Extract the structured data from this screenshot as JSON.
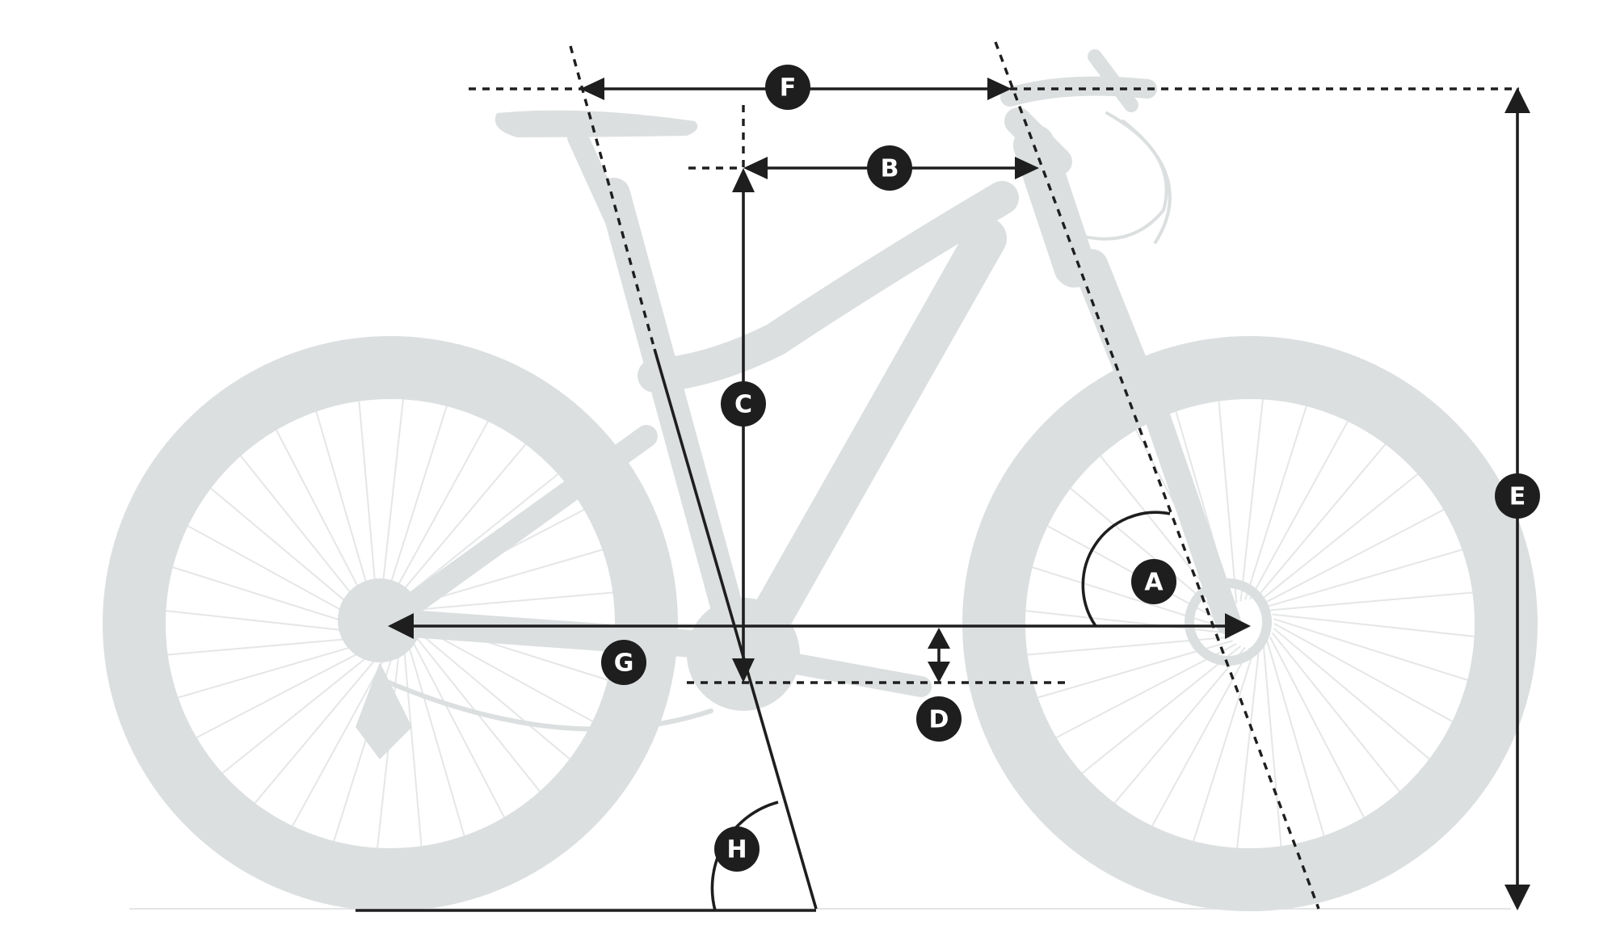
{
  "labels": {
    "A": "A",
    "B": "B",
    "C": "C",
    "D": "D",
    "E": "E",
    "F": "F",
    "G": "G",
    "H": "H"
  },
  "colors": {
    "bike_silhouette": "#dcdfe0",
    "annotation": "#1e1e1e",
    "badge_text": "#ffffff",
    "background": "#ffffff"
  }
}
